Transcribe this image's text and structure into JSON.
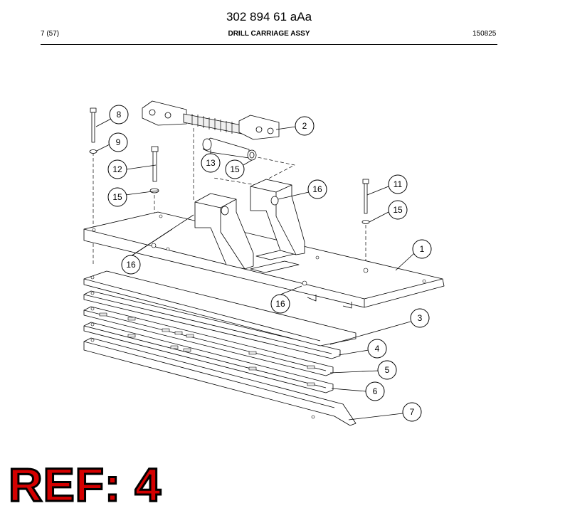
{
  "header": {
    "doc_number": "302 894 61 aAa",
    "page": "7 (57)",
    "title": "DRILL CARRIAGE ASSY",
    "date": "150825"
  },
  "callouts": [
    {
      "id": "callout-1",
      "label": "1"
    },
    {
      "id": "callout-2",
      "label": "2"
    },
    {
      "id": "callout-3",
      "label": "3"
    },
    {
      "id": "callout-4",
      "label": "4"
    },
    {
      "id": "callout-5",
      "label": "5"
    },
    {
      "id": "callout-6",
      "label": "6"
    },
    {
      "id": "callout-7",
      "label": "7"
    },
    {
      "id": "callout-8",
      "label": "8"
    },
    {
      "id": "callout-9",
      "label": "9"
    },
    {
      "id": "callout-11",
      "label": "11"
    },
    {
      "id": "callout-12",
      "label": "12"
    },
    {
      "id": "callout-13",
      "label": "13"
    },
    {
      "id": "callout-15a",
      "label": "15"
    },
    {
      "id": "callout-15b",
      "label": "15"
    },
    {
      "id": "callout-15c",
      "label": "15"
    },
    {
      "id": "callout-16a",
      "label": "16"
    },
    {
      "id": "callout-16b",
      "label": "16"
    },
    {
      "id": "callout-16c",
      "label": "16"
    }
  ],
  "ref_stamp": "REF: 4",
  "colors": {
    "stamp": "#d40000",
    "line": "#000000",
    "paper": "#ffffff"
  }
}
